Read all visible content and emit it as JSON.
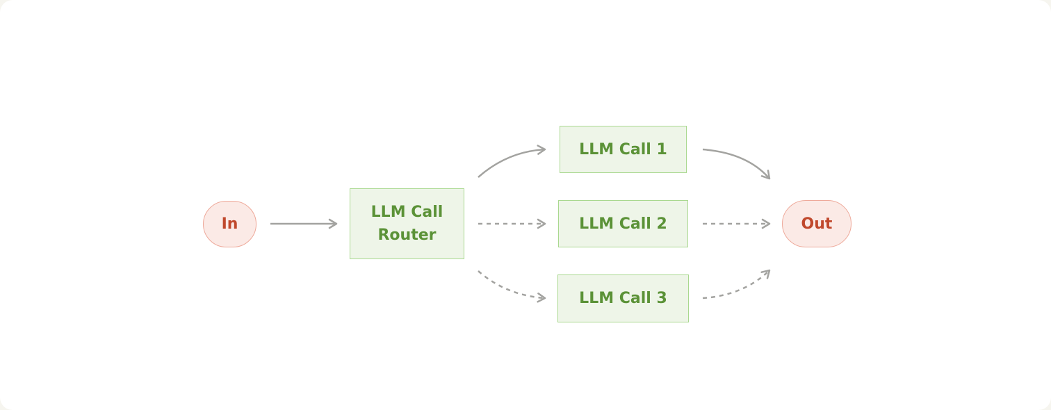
{
  "diagram": {
    "in_label": "In",
    "out_label": "Out",
    "router": {
      "line1": "LLM Call",
      "line2": "Router"
    },
    "calls": [
      {
        "label": "LLM Call 1"
      },
      {
        "label": "LLM Call 2"
      },
      {
        "label": "LLM Call 3"
      }
    ]
  },
  "colors": {
    "background": "#ffffff",
    "terminal_fill": "#fbeae6",
    "terminal_border": "#eea99a",
    "terminal_text": "#c0482c",
    "llm_fill": "#eef5e8",
    "llm_border": "#a9d88f",
    "llm_text": "#5b9237",
    "arrow_solid": "#a3a3a0",
    "arrow_dashed": "#a3a3a0"
  }
}
